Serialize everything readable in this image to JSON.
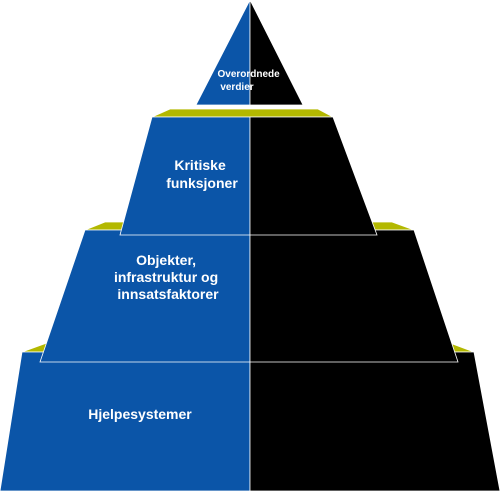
{
  "colors": {
    "left_face": "#0b55a8",
    "right_face": "#000000",
    "step_top": "#b3b800",
    "outline": "#ffffff",
    "text": "#ffffff"
  },
  "tiers": [
    {
      "lines": [
        "Overordnede",
        "verdier"
      ]
    },
    {
      "lines": [
        "Kritiske",
        "funksjoner"
      ]
    },
    {
      "lines": [
        "Objekter,",
        "infrastruktur og",
        "innsatsfaktorer"
      ]
    },
    {
      "lines": [
        "Hjelpesystemer"
      ]
    }
  ]
}
